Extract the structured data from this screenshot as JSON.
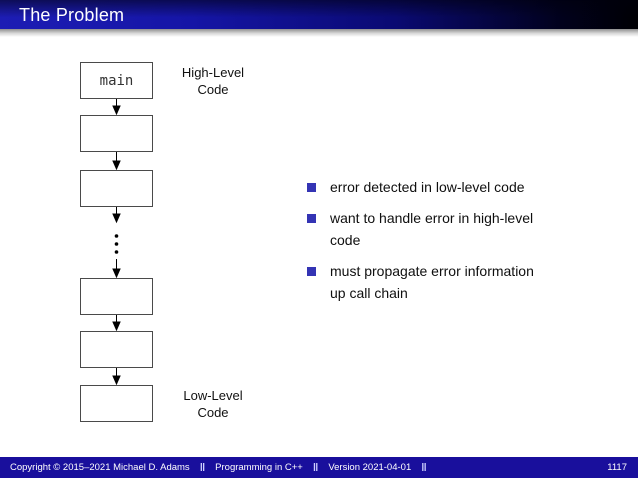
{
  "header": {
    "title": "The Problem"
  },
  "diagram": {
    "main_box_label": "main",
    "high_level_label": "High-Level\nCode",
    "low_level_label": "Low-Level\nCode"
  },
  "bullets": {
    "items": [
      {
        "lines": [
          "error detected in low-level code",
          "",
          ""
        ]
      },
      {
        "lines": [
          "want to handle error in high-level",
          "code"
        ]
      },
      {
        "lines": [
          "must propagate error information",
          "up call chain"
        ]
      }
    ]
  },
  "footer": {
    "copyright": "Copyright © 2015–2021 Michael D. Adams",
    "separator": "‖",
    "course": "Programming in C++",
    "version": "Version 2021-04-01",
    "page": "1117"
  },
  "colors": {
    "header_blue": "#1515a6",
    "footer_blue": "#190f9c",
    "bullet_blue": "#3434b4",
    "box_border": "#4a4a4a"
  }
}
